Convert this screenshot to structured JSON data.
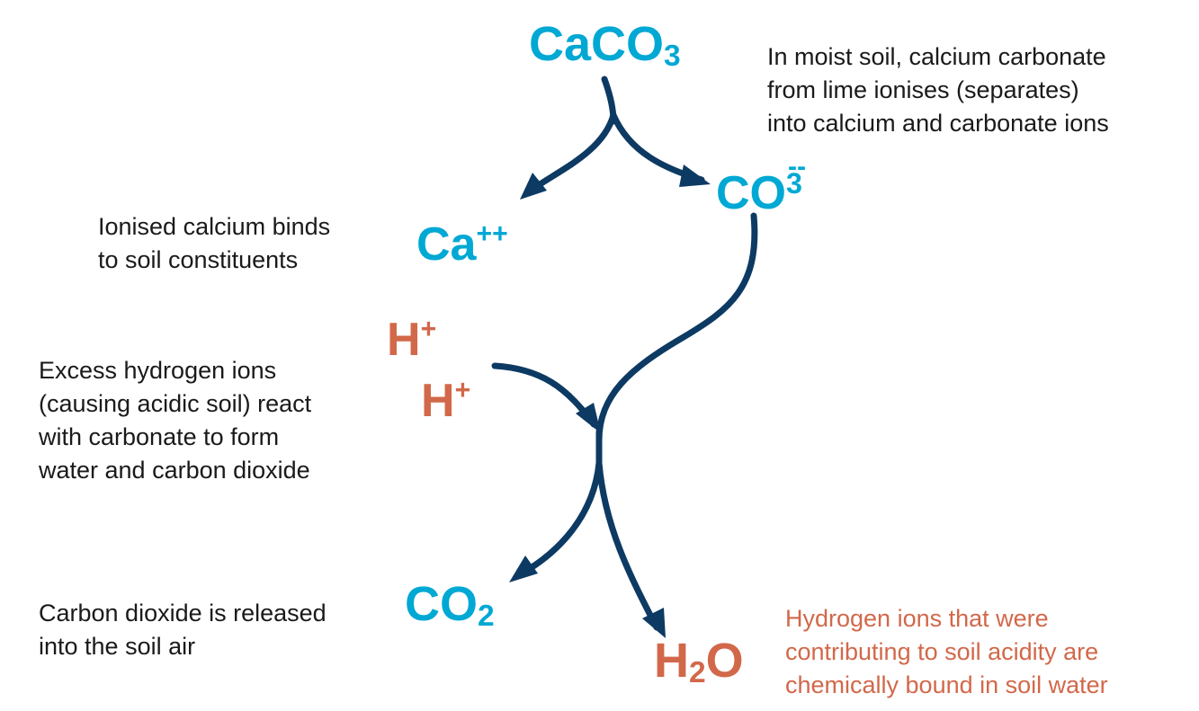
{
  "species": {
    "caco3": {
      "main": "CaCO",
      "sub": "3"
    },
    "co3": {
      "main": "CO",
      "sub": "3",
      "sup": "--"
    },
    "ca": {
      "main": "Ca",
      "sup": "++"
    },
    "h1": {
      "main": "H",
      "sup": "+"
    },
    "h2": {
      "main": "H",
      "sup": "+"
    },
    "co2": {
      "main": "CO",
      "sub": "2"
    },
    "h2o": {
      "main": "H",
      "sub": "2",
      "tail": "O"
    }
  },
  "notes": {
    "ionise": [
      "In moist soil, calcium carbonate",
      "from lime ionises (separates)",
      "into calcium and carbonate ions"
    ],
    "calcium": [
      "Ionised calcium binds",
      "to soil constituents"
    ],
    "hydrogen": [
      "Excess hydrogen ions",
      "(causing acidic soil) react",
      "with carbonate to form",
      "water and carbon dioxide"
    ],
    "co2_release": [
      "Carbon dioxide is released",
      "into the soil air"
    ],
    "water": [
      "Hydrogen ions that were",
      "contributing to soil acidity are",
      "chemically bound in soil water"
    ]
  },
  "colors": {
    "ion_blue": "#00a8d4",
    "hydrogen_orange": "#d2684a",
    "arrow_navy": "#0d3a63",
    "text_dark": "#1a1a1a"
  }
}
